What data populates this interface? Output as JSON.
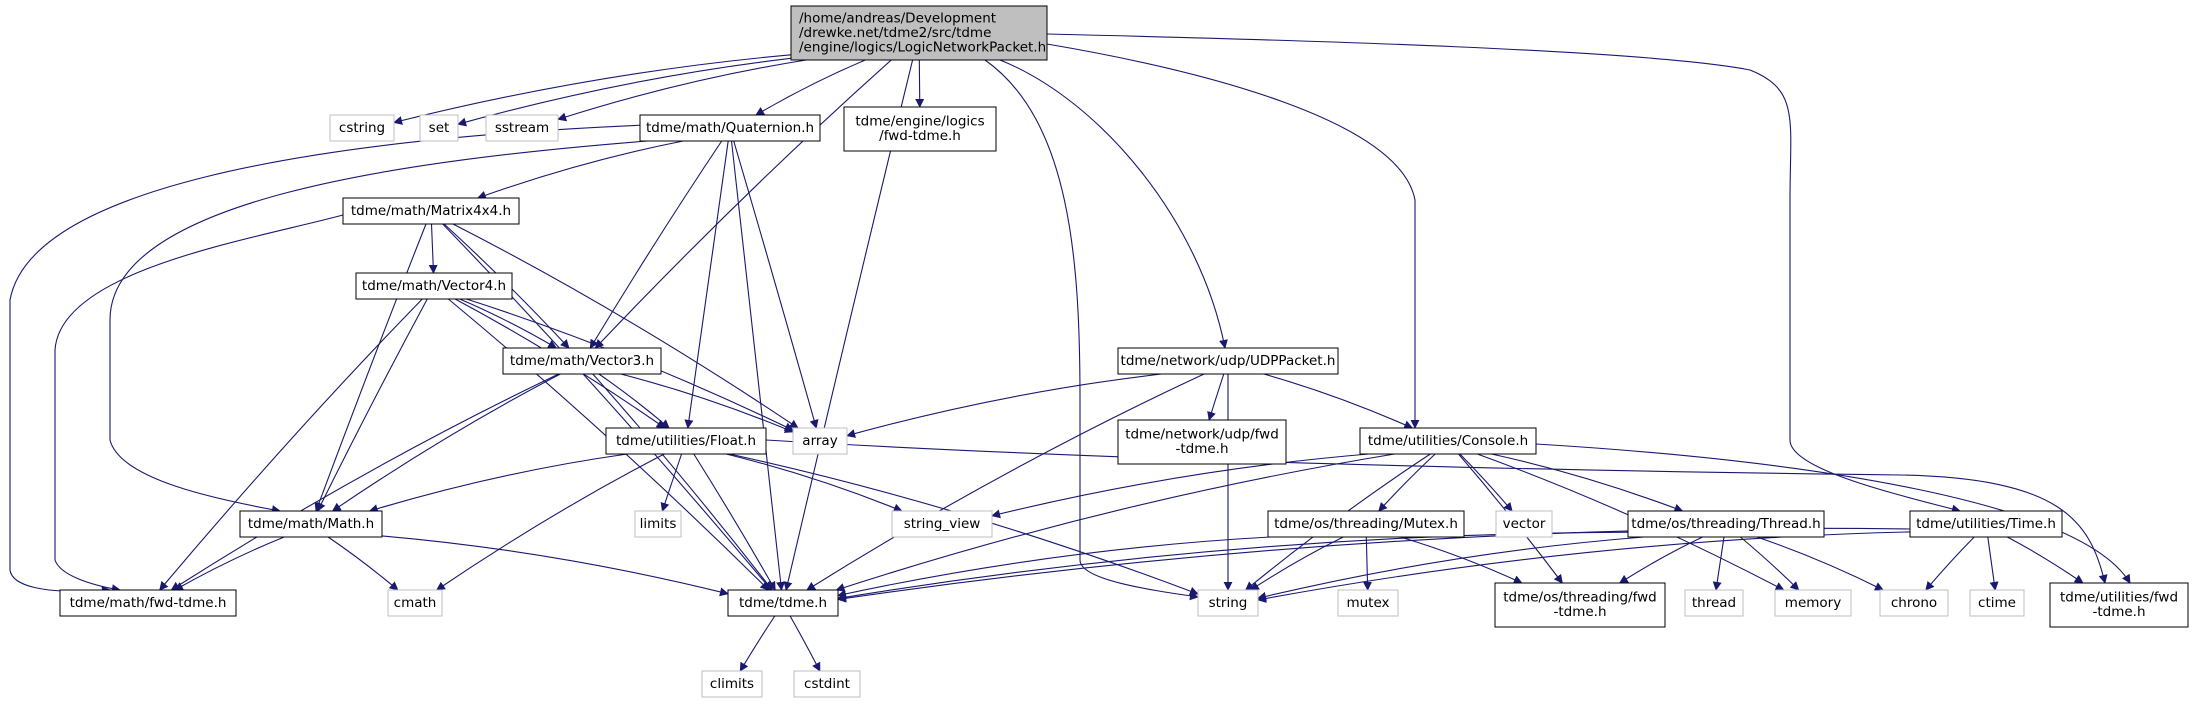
{
  "diagram": {
    "type": "include-dependency-graph",
    "colors": {
      "edge": "#191970",
      "root_fill": "#bfbfbf",
      "node_border": "#000000",
      "external_border": "#bfbfbf",
      "external_text": "#555555"
    },
    "nodes": [
      {
        "id": "root",
        "lines": [
          "/home/andreas/Development",
          "/drewke.net/tdme2/src/tdme",
          "/engine/logics/LogicNetworkPacket.h"
        ],
        "kind": "root"
      },
      {
        "id": "cstring",
        "lines": [
          "cstring"
        ],
        "kind": "external"
      },
      {
        "id": "set",
        "lines": [
          "set"
        ],
        "kind": "external"
      },
      {
        "id": "sstream",
        "lines": [
          "sstream"
        ],
        "kind": "external"
      },
      {
        "id": "quaternion",
        "lines": [
          "tdme/math/Quaternion.h"
        ],
        "kind": "file"
      },
      {
        "id": "logicsfwd",
        "lines": [
          "tdme/engine/logics",
          "/fwd-tdme.h"
        ],
        "kind": "file"
      },
      {
        "id": "matrix",
        "lines": [
          "tdme/math/Matrix4x4.h"
        ],
        "kind": "file"
      },
      {
        "id": "vector4",
        "lines": [
          "tdme/math/Vector4.h"
        ],
        "kind": "file"
      },
      {
        "id": "vector3",
        "lines": [
          "tdme/math/Vector3.h"
        ],
        "kind": "file"
      },
      {
        "id": "array",
        "lines": [
          "array"
        ],
        "kind": "external"
      },
      {
        "id": "udppacket",
        "lines": [
          "tdme/network/udp/UDPPacket.h"
        ],
        "kind": "file"
      },
      {
        "id": "udpfwd",
        "lines": [
          "tdme/network/udp/fwd",
          "-tdme.h"
        ],
        "kind": "file"
      },
      {
        "id": "float",
        "lines": [
          "tdme/utilities/Float.h"
        ],
        "kind": "file"
      },
      {
        "id": "console",
        "lines": [
          "tdme/utilities/Console.h"
        ],
        "kind": "file"
      },
      {
        "id": "limits",
        "lines": [
          "limits"
        ],
        "kind": "external"
      },
      {
        "id": "stringview",
        "lines": [
          "string_view"
        ],
        "kind": "external"
      },
      {
        "id": "mathh",
        "lines": [
          "tdme/math/Math.h"
        ],
        "kind": "file"
      },
      {
        "id": "mutexh",
        "lines": [
          "tdme/os/threading/Mutex.h"
        ],
        "kind": "file"
      },
      {
        "id": "vector",
        "lines": [
          "vector"
        ],
        "kind": "external"
      },
      {
        "id": "threadh",
        "lines": [
          "tdme/os/threading/Thread.h"
        ],
        "kind": "file"
      },
      {
        "id": "timeh",
        "lines": [
          "tdme/utilities/Time.h"
        ],
        "kind": "file"
      },
      {
        "id": "mathfwd",
        "lines": [
          "tdme/math/fwd-tdme.h"
        ],
        "kind": "file"
      },
      {
        "id": "cmath",
        "lines": [
          "cmath"
        ],
        "kind": "external"
      },
      {
        "id": "tdmeh",
        "lines": [
          "tdme/tdme.h"
        ],
        "kind": "file"
      },
      {
        "id": "string",
        "lines": [
          "string"
        ],
        "kind": "external"
      },
      {
        "id": "mutex",
        "lines": [
          "mutex"
        ],
        "kind": "external"
      },
      {
        "id": "threadingfwd",
        "lines": [
          "tdme/os/threading/fwd",
          "-tdme.h"
        ],
        "kind": "file"
      },
      {
        "id": "thread",
        "lines": [
          "thread"
        ],
        "kind": "external"
      },
      {
        "id": "memory",
        "lines": [
          "memory"
        ],
        "kind": "external"
      },
      {
        "id": "chrono",
        "lines": [
          "chrono"
        ],
        "kind": "external"
      },
      {
        "id": "ctime",
        "lines": [
          "ctime"
        ],
        "kind": "external"
      },
      {
        "id": "utilfwd",
        "lines": [
          "tdme/utilities/fwd",
          "-tdme.h"
        ],
        "kind": "file"
      },
      {
        "id": "climits",
        "lines": [
          "climits"
        ],
        "kind": "external"
      },
      {
        "id": "cstdint",
        "lines": [
          "cstdint"
        ],
        "kind": "external"
      }
    ],
    "edges": [
      [
        "root",
        "cstring"
      ],
      [
        "root",
        "set"
      ],
      [
        "root",
        "sstream"
      ],
      [
        "root",
        "quaternion"
      ],
      [
        "root",
        "logicsfwd"
      ],
      [
        "root",
        "vector3"
      ],
      [
        "root",
        "tdmeh"
      ],
      [
        "root",
        "string"
      ],
      [
        "root",
        "udppacket"
      ],
      [
        "root",
        "console"
      ],
      [
        "root",
        "timeh"
      ],
      [
        "quaternion",
        "matrix"
      ],
      [
        "quaternion",
        "mathfwd"
      ],
      [
        "quaternion",
        "mathh"
      ],
      [
        "quaternion",
        "vector3"
      ],
      [
        "quaternion",
        "float"
      ],
      [
        "quaternion",
        "array"
      ],
      [
        "quaternion",
        "tdmeh"
      ],
      [
        "matrix",
        "vector4"
      ],
      [
        "matrix",
        "vector3"
      ],
      [
        "matrix",
        "array"
      ],
      [
        "matrix",
        "mathfwd"
      ],
      [
        "matrix",
        "mathh"
      ],
      [
        "matrix",
        "tdmeh"
      ],
      [
        "vector4",
        "vector3"
      ],
      [
        "vector4",
        "array"
      ],
      [
        "vector4",
        "float"
      ],
      [
        "vector4",
        "mathh"
      ],
      [
        "vector4",
        "mathfwd"
      ],
      [
        "vector4",
        "tdmeh"
      ],
      [
        "vector3",
        "array"
      ],
      [
        "vector3",
        "float"
      ],
      [
        "vector3",
        "mathh"
      ],
      [
        "vector3",
        "mathfwd"
      ],
      [
        "vector3",
        "tdmeh"
      ],
      [
        "float",
        "mathh"
      ],
      [
        "float",
        "limits"
      ],
      [
        "float",
        "stringview"
      ],
      [
        "float",
        "cmath"
      ],
      [
        "float",
        "tdmeh"
      ],
      [
        "float",
        "string"
      ],
      [
        "float",
        "utilfwd"
      ],
      [
        "mathh",
        "mathfwd"
      ],
      [
        "mathh",
        "cmath"
      ],
      [
        "mathh",
        "tdmeh"
      ],
      [
        "udppacket",
        "array"
      ],
      [
        "udppacket",
        "udpfwd"
      ],
      [
        "udppacket",
        "console"
      ],
      [
        "udppacket",
        "tdmeh"
      ],
      [
        "udppacket",
        "string"
      ],
      [
        "console",
        "stringview"
      ],
      [
        "console",
        "mutexh"
      ],
      [
        "console",
        "vector"
      ],
      [
        "console",
        "threadh"
      ],
      [
        "console",
        "tdmeh"
      ],
      [
        "console",
        "string"
      ],
      [
        "console",
        "threadingfwd"
      ],
      [
        "console",
        "memory"
      ],
      [
        "console",
        "utilfwd"
      ],
      [
        "mutexh",
        "tdmeh"
      ],
      [
        "mutexh",
        "string"
      ],
      [
        "mutexh",
        "mutex"
      ],
      [
        "mutexh",
        "threadingfwd"
      ],
      [
        "threadh",
        "tdmeh"
      ],
      [
        "threadh",
        "string"
      ],
      [
        "threadh",
        "threadingfwd"
      ],
      [
        "threadh",
        "thread"
      ],
      [
        "threadh",
        "memory"
      ],
      [
        "threadh",
        "chrono"
      ],
      [
        "timeh",
        "tdmeh"
      ],
      [
        "timeh",
        "string"
      ],
      [
        "timeh",
        "chrono"
      ],
      [
        "timeh",
        "ctime"
      ],
      [
        "timeh",
        "utilfwd"
      ],
      [
        "tdmeh",
        "climits"
      ],
      [
        "tdmeh",
        "cstdint"
      ]
    ]
  }
}
